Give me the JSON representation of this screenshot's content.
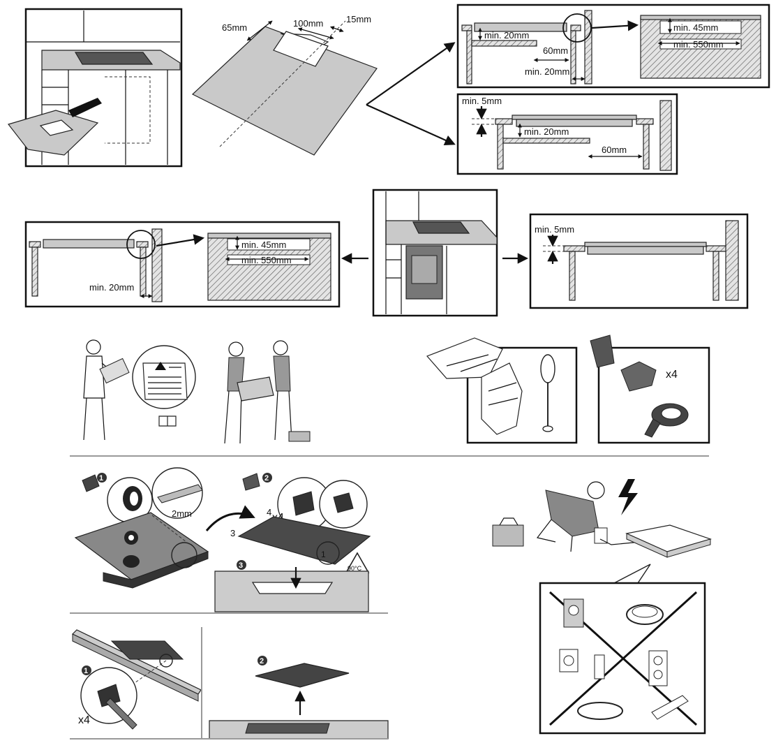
{
  "cutout": {
    "depth_label": "65mm",
    "width_label": "100mm",
    "offset_label": "15mm"
  },
  "panel_a": {
    "min20_label": "min. 20mm",
    "d60_label": "60mm",
    "gap20_label": "min. 20mm",
    "min45_label": "min. 45mm",
    "min550_label": "min. 550mm"
  },
  "panel_b": {
    "min5_label": "min. 5mm",
    "min20_label": "min. 20mm",
    "d60_label": "60mm"
  },
  "panel_c": {
    "gap20_label": "min. 20mm",
    "min45_label": "min. 45mm",
    "min550_label": "min. 550mm"
  },
  "panel_d": {
    "min5_label": "min. 5mm"
  },
  "kit": {
    "qty_label": "x4"
  },
  "install": {
    "step1": "1",
    "step2": "2",
    "step3": "3",
    "gap_label": "2mm",
    "qty_label": "x4",
    "corner3": "3",
    "corner4": "4",
    "corner1": "1",
    "temp_label": "90°C"
  },
  "removal": {
    "step1": "1",
    "step2": "2",
    "qty_label": "x4"
  }
}
